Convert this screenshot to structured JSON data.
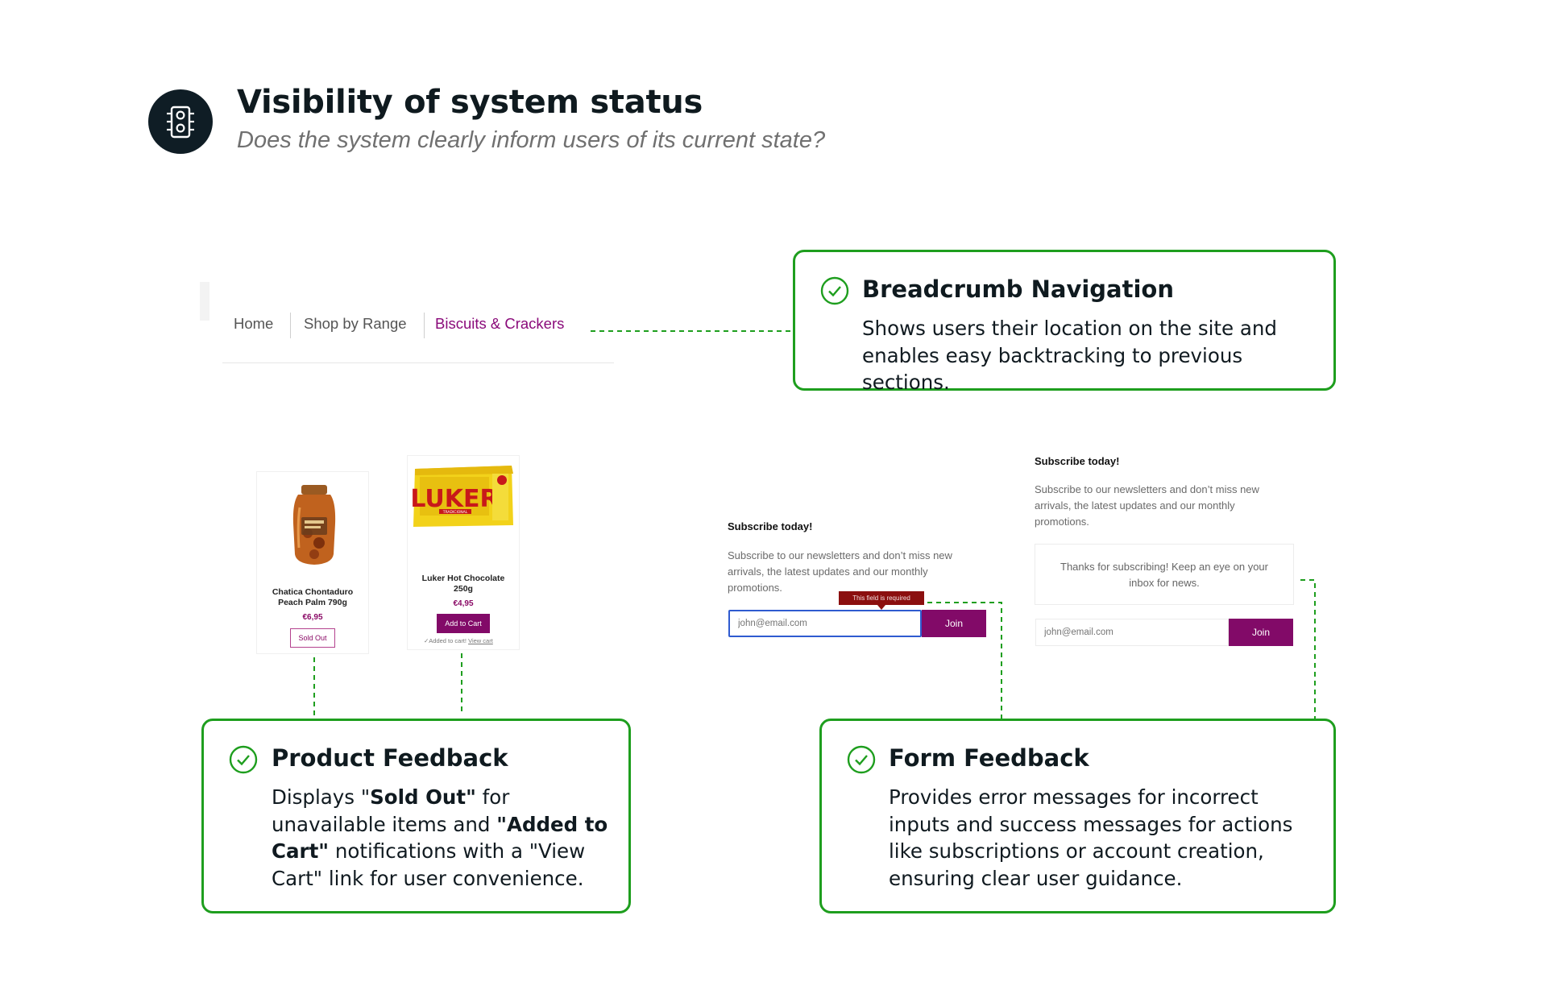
{
  "header": {
    "icon": "traffic-light-icon",
    "title": "Visibility of system status",
    "subtitle": "Does the system clearly inform users of its current state?"
  },
  "breadcrumb": {
    "items": [
      "Home",
      "Shop by Range",
      "Biscuits & Crackers"
    ]
  },
  "products": [
    {
      "name": "Chatica Chontaduro Peach Palm 790g",
      "price": "€6,95",
      "status_label": "Sold Out",
      "image": "jar-image"
    },
    {
      "name": "Luker Hot Chocolate 250g",
      "price": "€4,95",
      "button_label": "Add to Cart",
      "added_text": "✓Added to cart!",
      "view_cart": "View cart",
      "image": "luker-pack-image",
      "brand_on_pack": "LUKER",
      "pack_sub": "TRADICIONAL"
    }
  ],
  "form_error": {
    "heading": "Subscribe today!",
    "text": "Subscribe to our newsletters and don’t miss new arrivals, the latest updates and our monthly promotions.",
    "placeholder": "john@email.com",
    "button": "Join",
    "error": "This field is required"
  },
  "form_success": {
    "heading": "Subscribe today!",
    "text": "Subscribe to our newsletters and don’t miss new arrivals, the latest updates and our monthly promotions.",
    "success_message": "Thanks for subscribing! Keep an eye on your inbox for news.",
    "placeholder": "john@email.com",
    "button": "Join"
  },
  "callouts": {
    "breadcrumb": {
      "title": "Breadcrumb Navigation",
      "text": "Shows users their location on the site and enables easy backtracking to previous sections."
    },
    "product": {
      "title": "Product Feedback",
      "t1": "Displays \"",
      "b1": "Sold Out\"",
      "t2": " for unavailable items and ",
      "b2": "\"Added to Cart\"",
      "t3": " notifications with a \"View Cart\" link for user convenience."
    },
    "form": {
      "title": "Form Feedback",
      "text": "Provides error messages for incorrect inputs and success messages for actions like subscriptions or account creation, ensuring clear user guidance."
    }
  },
  "colors": {
    "accent_green": "#1e9e1e",
    "brand_purple": "#820a68",
    "error_red": "#8b0f0f",
    "dark": "#0f1d25"
  }
}
